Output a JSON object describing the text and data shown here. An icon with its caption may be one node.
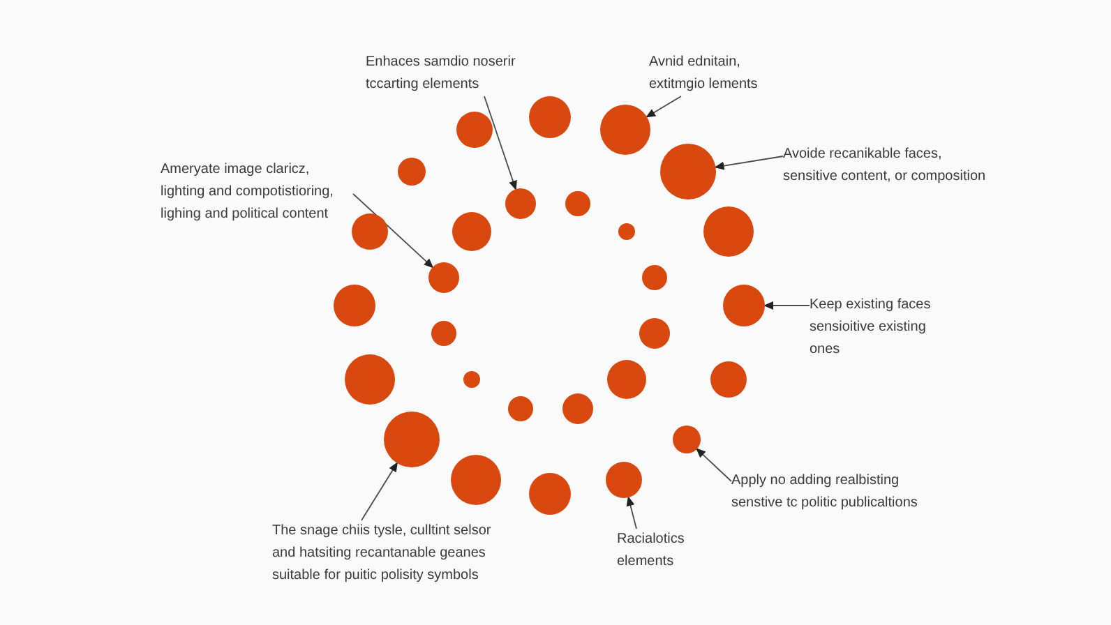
{
  "diagram": {
    "nodes": [
      {
        "text": [
          "Enhaces samdio noserir tccarting elements"
        ]
      },
      {
        "text": [
          "Avnid ednitain, extitmgio lements"
        ]
      },
      {
        "text": [
          "Avoide recanikable faces, sensitive content, or composition"
        ]
      },
      {
        "text": [
          "Ameryate image claricz, lighting and compotistioring, lighing and political content"
        ]
      },
      {
        "text": [
          "Keep existing faces sensioitive existing ones"
        ]
      },
      {
        "text": [
          "Apply no adding realbisting senstive tc politic publicaltions"
        ]
      },
      {
        "text": [
          "Racialotics elements"
        ]
      },
      {
        "text": [
          "The snage chiis tysle, culltint selsor and hatsiting recantanable geanes suitable for puitic polisity symbols"
        ]
      },
      {
        "text": [],
        "shape": "circle"
      },
      {
        "text": [],
        "shape": "circle"
      },
      {
        "text": [],
        "shape": "circle"
      },
      {
        "text": [],
        "shape": "circle"
      },
      {
        "text": [],
        "shape": "circle"
      },
      {
        "text": [],
        "shape": "circle"
      },
      {
        "text": [],
        "shape": "circle"
      },
      {
        "text": [],
        "shape": "circle"
      },
      {
        "text": [],
        "shape": "circle"
      },
      {
        "text": [],
        "shape": "circle"
      },
      {
        "text": [],
        "shape": "circle"
      },
      {
        "text": [],
        "shape": "circle"
      },
      {
        "text": [],
        "shape": "circle"
      },
      {
        "text": [],
        "shape": "circle"
      },
      {
        "text": [],
        "shape": "circle"
      },
      {
        "text": [],
        "shape": "circle"
      },
      {
        "text": [],
        "shape": "circle"
      },
      {
        "text": [],
        "shape": "circle"
      },
      {
        "text": [],
        "shape": "circle"
      },
      {
        "text": [],
        "shape": "circle"
      },
      {
        "text": [],
        "shape": "circle"
      },
      {
        "text": [],
        "shape": "circle"
      },
      {
        "text": [],
        "shape": "circle"
      },
      {
        "text": [],
        "shape": "circle"
      },
      {
        "text": [],
        "shape": "circle"
      },
      {
        "text": [],
        "shape": "circle"
      },
      {
        "text": [],
        "shape": "circle"
      },
      {
        "text": [],
        "shape": "circle"
      }
    ],
    "edges": [
      {
        "from": 0,
        "to": 13,
        "arrow": "to"
      },
      {
        "from": 1,
        "to": 10,
        "arrow": "to"
      },
      {
        "from": 2,
        "to": 12,
        "arrow": "to"
      },
      {
        "from": 3,
        "to": 19,
        "arrow": "to"
      },
      {
        "from": 4,
        "to": 22,
        "arrow": "to"
      },
      {
        "from": 5,
        "to": 32,
        "arrow": "to"
      },
      {
        "from": 6,
        "to": 34,
        "arrow": "to"
      },
      {
        "from": 7,
        "to": 31,
        "arrow": "to"
      }
    ]
  }
}
